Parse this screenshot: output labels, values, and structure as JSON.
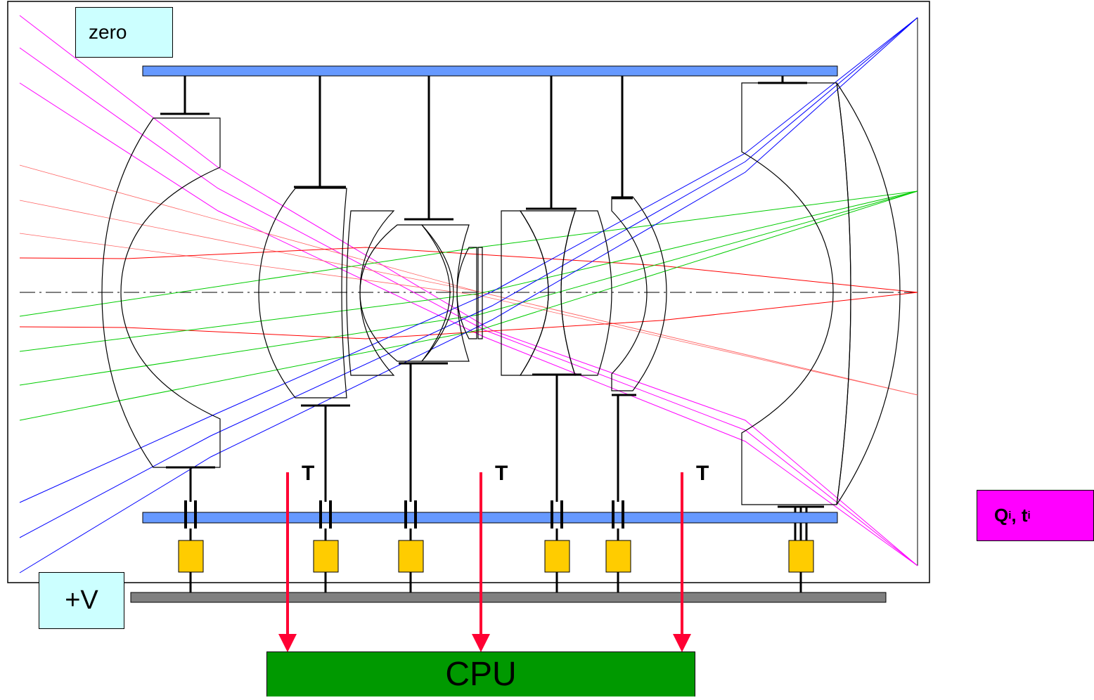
{
  "labels": {
    "zero": "zero",
    "plus_v": "+V",
    "q_main": "Q",
    "q_sub": "i",
    "q_sep": ", t",
    "t_sub": "i",
    "cpu": "CPU",
    "t_marks": [
      "T",
      "T",
      "T"
    ]
  },
  "colors": {
    "bus_blue": "#6699ff",
    "bus_gray": "#808080",
    "label_bg": "#ccffff",
    "q_bg": "#ff00ff",
    "cpu_bg": "#009900",
    "sensor": "#ffcc00",
    "arrow": "#ff0033",
    "ray_magenta": "#ff00ff",
    "ray_red": "#ff0000",
    "ray_salmon": "#ff6666",
    "ray_green": "#00cc00",
    "ray_blue": "#0000ff"
  }
}
